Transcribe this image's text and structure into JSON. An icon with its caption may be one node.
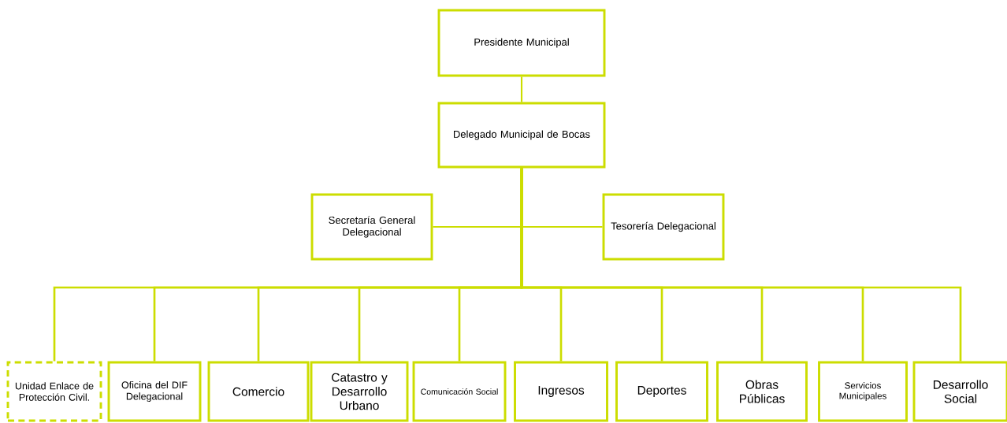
{
  "diagram": {
    "nodes": [
      {
        "text": [
          "Presidente Municipal"
        ]
      },
      {
        "text": [
          "Delegado Municipal de Bocas"
        ]
      },
      {
        "text": [
          "Secretaría General Delegacional"
        ]
      },
      {
        "text": [
          "Tesorería Delegacional"
        ]
      },
      {
        "text": [
          "Unidad Enlace de Protección Civil."
        ]
      },
      {
        "text": [
          "Oficina del DIF Delegacional"
        ]
      },
      {
        "text": [
          "Comercio"
        ]
      },
      {
        "text": [
          "Catastro y Desarrollo Urbano"
        ]
      },
      {
        "text": [
          "Comunicación Social"
        ]
      },
      {
        "text": [
          "Ingresos"
        ]
      },
      {
        "text": [
          "Deportes"
        ]
      },
      {
        "text": [
          "Obras Públicas"
        ]
      },
      {
        "text": [
          "Servicios Municipales"
        ]
      },
      {
        "text": [
          "Desarrollo Social"
        ]
      }
    ],
    "edges": [
      {
        "from": 0,
        "to": 1,
        "arrow": "none"
      },
      {
        "from": 1,
        "to": 2,
        "arrow": "none"
      },
      {
        "from": 1,
        "to": 3,
        "arrow": "none"
      },
      {
        "from": 1,
        "to": 4,
        "arrow": "none"
      },
      {
        "from": 1,
        "to": 5,
        "arrow": "none"
      },
      {
        "from": 1,
        "to": 6,
        "arrow": "none"
      },
      {
        "from": 1,
        "to": 7,
        "arrow": "none"
      },
      {
        "from": 1,
        "to": 8,
        "arrow": "none"
      },
      {
        "from": 1,
        "to": 9,
        "arrow": "none"
      },
      {
        "from": 1,
        "to": 10,
        "arrow": "none"
      },
      {
        "from": 1,
        "to": 11,
        "arrow": "none"
      },
      {
        "from": 1,
        "to": 12,
        "arrow": "none"
      },
      {
        "from": 1,
        "to": 13,
        "arrow": "none"
      }
    ]
  }
}
